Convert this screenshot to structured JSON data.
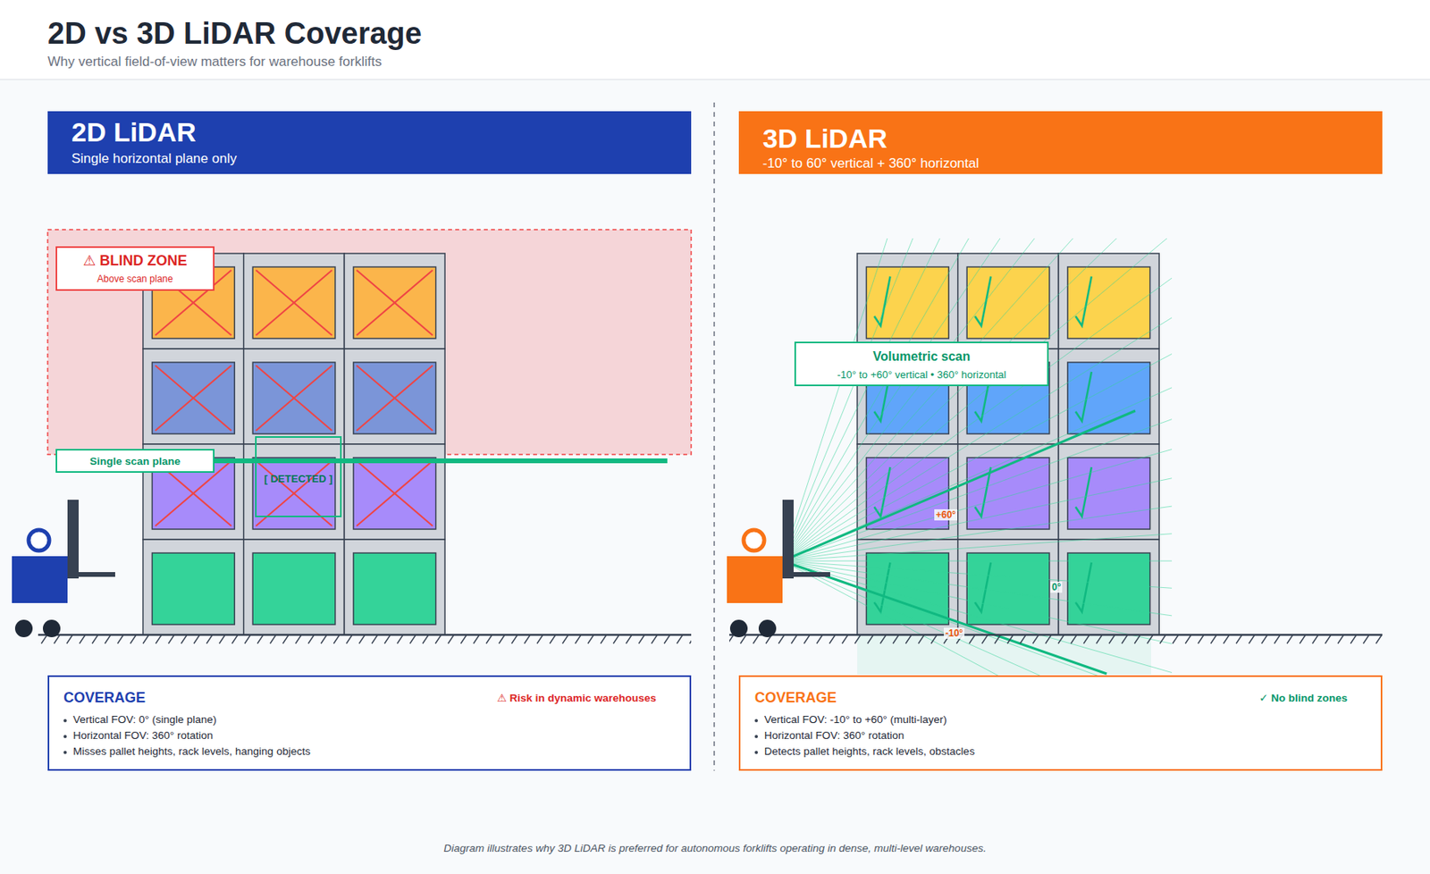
{
  "diagram": {
    "title": "2D vs 3D LiDAR Coverage",
    "caption": "Diagram illustrates why 3D LiDAR is preferred for autonomous forklifts operating in dense, multi-level warehouses.",
    "nodes": [
      {
        "text": [
          "2D LiDAR",
          "Single horizontal plane only"
        ]
      },
      {
        "text": [
          "⚠ BLIND ZONE",
          "Above scan plane"
        ]
      },
      {
        "text": [
          "Single scan plane"
        ]
      },
      {
        "text": [
          "[ DETECTED ]"
        ]
      },
      {
        "text": [
          "COVERAGE",
          "⚠ Risk in dynamic warehouses",
          "Vertical FOV: 0° (single plane)",
          "Horizontal FOV: 360° rotation",
          "Misses pallet heights, rack levels, hanging objects"
        ]
      },
      {
        "text": [
          "3D LiDAR",
          "-10° to 60° vertical + 360° horizontal"
        ]
      },
      {
        "text": [
          "Volumetric scan",
          "-10° to +60° vertical • 360° horizontal"
        ]
      },
      {
        "text": [
          "COVERAGE",
          "✓ No blind zones",
          "Vertical FOV: -10° to +60° (multi-layer)",
          "Horizontal FOV: 360° rotation",
          "Detects pallet heights, rack levels, obstacles"
        ]
      }
    ],
    "labels": [
      "Why vertical field-of-view matters for warehouse forklifts",
      "+60°",
      "0°",
      "-10°"
    ]
  }
}
